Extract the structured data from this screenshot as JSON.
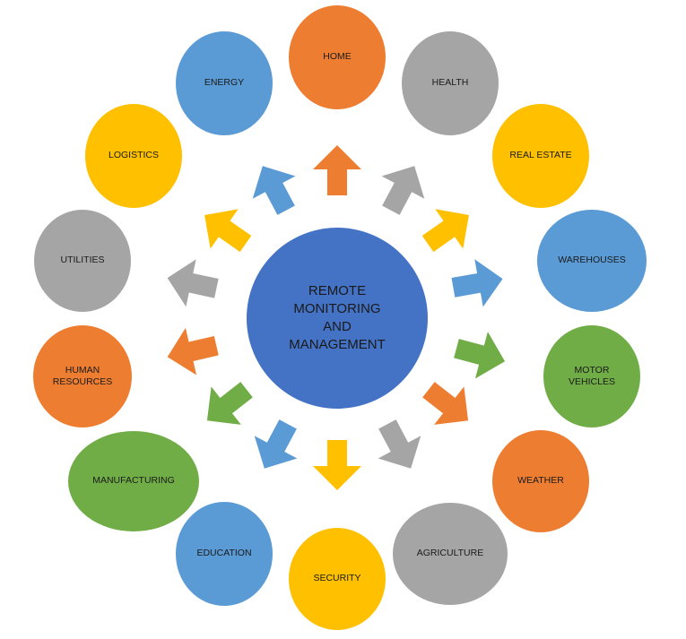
{
  "center": {
    "label": "REMOTE\nMONITORING\nAND\nMANAGEMENT",
    "color": "#4472C4"
  },
  "colors": {
    "orange": "#ED7D31",
    "gray": "#A5A5A5",
    "gold": "#FFC000",
    "blue": "#5B9BD5",
    "green": "#70AD47"
  },
  "nodes": [
    {
      "id": "home",
      "label": "HOME",
      "color": "orange"
    },
    {
      "id": "health",
      "label": "HEALTH",
      "color": "gray"
    },
    {
      "id": "real-estate",
      "label": "REAL ESTATE",
      "color": "gold"
    },
    {
      "id": "warehouses",
      "label": "WAREHOUSES",
      "color": "blue"
    },
    {
      "id": "motor-vehicles",
      "label": "MOTOR\nVEHICLES",
      "color": "green"
    },
    {
      "id": "weather",
      "label": "WEATHER",
      "color": "orange"
    },
    {
      "id": "agriculture",
      "label": "AGRICULTURE",
      "color": "gray"
    },
    {
      "id": "security",
      "label": "SECURITY",
      "color": "gold"
    },
    {
      "id": "education",
      "label": "EDUCATION",
      "color": "blue"
    },
    {
      "id": "manufacturing",
      "label": "MANUFACTURING",
      "color": "green"
    },
    {
      "id": "human-resources",
      "label": "HUMAN\nRESOURCES",
      "color": "orange"
    },
    {
      "id": "utilities",
      "label": "UTILITIES",
      "color": "gray"
    },
    {
      "id": "logistics",
      "label": "LOGISTICS",
      "color": "gold"
    },
    {
      "id": "energy",
      "label": "ENERGY",
      "color": "blue"
    }
  ]
}
